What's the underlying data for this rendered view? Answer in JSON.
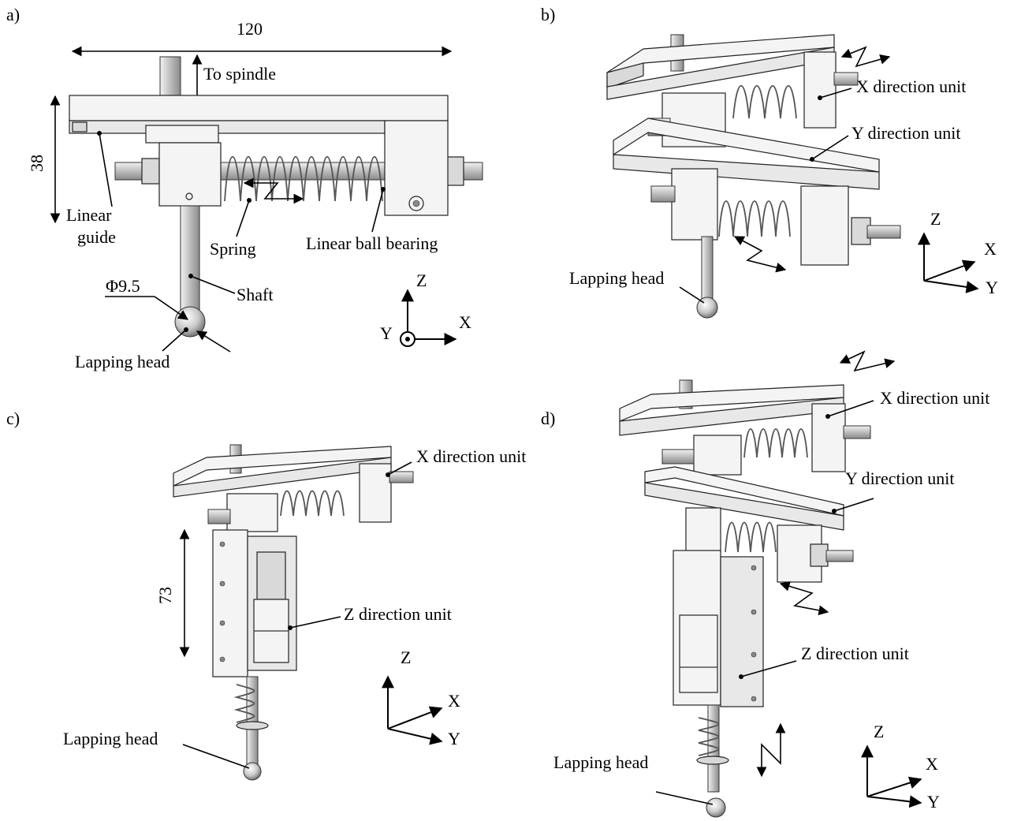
{
  "panels": {
    "a": {
      "label": "a)",
      "dim_width": "120",
      "dim_height": "38",
      "dim_diameter": "Φ9.5",
      "to_spindle": "To spindle",
      "linear_guide": "Linear guide",
      "linear_guide_line1": "Linear",
      "linear_guide_line2": "guide",
      "spring": "Spring",
      "linear_ball_bearing": "Linear ball bearing",
      "shaft": "Shaft",
      "lapping_head": "Lapping head",
      "axes": {
        "z": "Z",
        "x": "X",
        "y": "Y"
      }
    },
    "b": {
      "label": "b)",
      "x_unit": "X direction unit",
      "y_unit": "Y direction unit",
      "lapping_head": "Lapping head",
      "axes": {
        "z": "Z",
        "x": "X",
        "y": "Y"
      }
    },
    "c": {
      "label": "c)",
      "x_unit": "X direction unit",
      "z_unit": "Z direction unit",
      "dim_height": "73",
      "lapping_head": "Lapping head",
      "axes": {
        "z": "Z",
        "x": "X",
        "y": "Y"
      }
    },
    "d": {
      "label": "d)",
      "x_unit": "X direction unit",
      "y_unit": "Y direction unit",
      "z_unit": "Z direction unit",
      "lapping_head": "Lapping head",
      "axes": {
        "z": "Z",
        "x": "X",
        "y": "Y"
      }
    }
  }
}
